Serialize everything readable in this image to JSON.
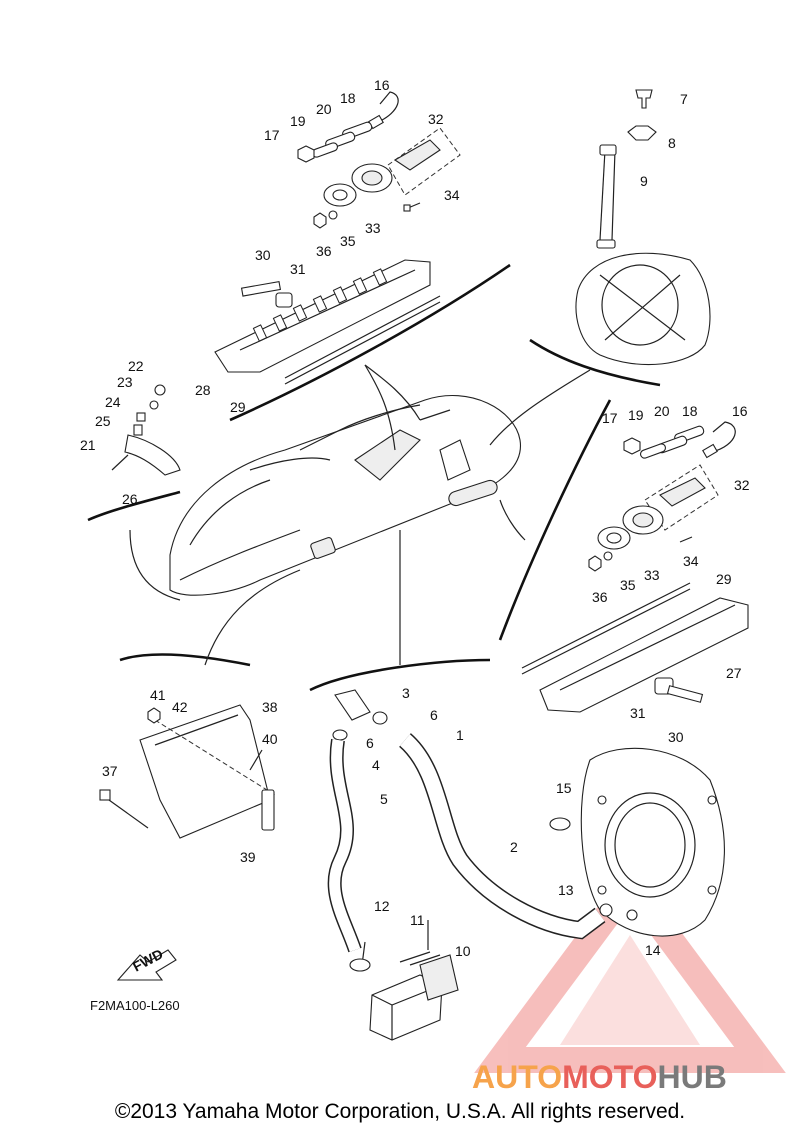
{
  "labels": {
    "p1": "1",
    "p2": "2",
    "p3": "3",
    "p4": "4",
    "p5": "5",
    "p6a": "6",
    "p6b": "6",
    "p7": "7",
    "p8": "8",
    "p9": "9",
    "p10": "10",
    "p11": "11",
    "p12": "12",
    "p13": "13",
    "p14": "14",
    "p15": "15",
    "p16a": "16",
    "p17a": "17",
    "p18a": "18",
    "p19a": "19",
    "p20a": "20",
    "p16b": "16",
    "p17b": "17",
    "p18b": "18",
    "p19b": "19",
    "p20b": "20",
    "p21": "21",
    "p22": "22",
    "p23": "23",
    "p24": "24",
    "p25": "25",
    "p26": "26",
    "p27": "27",
    "p28": "28",
    "p29a": "29",
    "p29b": "29",
    "p30a": "30",
    "p30b": "30",
    "p31a": "31",
    "p31b": "31",
    "p32a": "32",
    "p32b": "32",
    "p33a": "33",
    "p33b": "33",
    "p34a": "34",
    "p34b": "34",
    "p35a": "35",
    "p35b": "35",
    "p36a": "36",
    "p36b": "36",
    "p37": "37",
    "p38": "38",
    "p39": "39",
    "p40": "40",
    "p41": "41",
    "p42": "42"
  },
  "fwd_label": "FWD",
  "diagram_code": "F2MA100-L260",
  "watermark": {
    "auto": "AUTO",
    "moto": "MOTO",
    "hub": "HUB",
    "colors": {
      "orange": "#f6a34b",
      "red": "#e8605a",
      "grey": "#7a7a7a",
      "triangle": "#f08a86"
    }
  },
  "copyright": "©2013 Yamaha Motor Corporation, U.S.A. All rights reserved."
}
